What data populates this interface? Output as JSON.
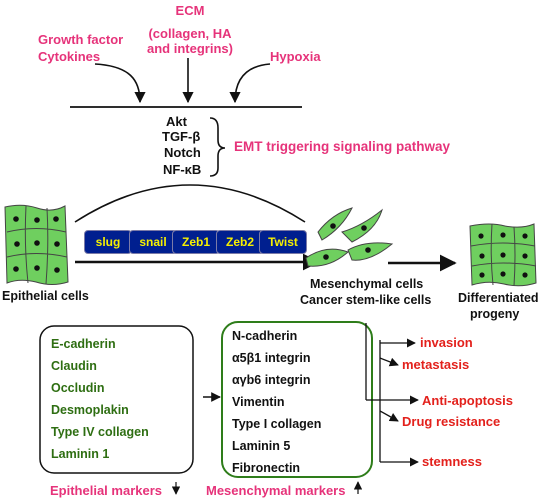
{
  "inputs": {
    "growth_factor": "Growth factor",
    "cytokines": "Cytokines",
    "ecm_title": "ECM",
    "ecm_detail_1": "(collagen, HA",
    "ecm_detail_2": "and integrins)",
    "hypoxia": "Hypoxia"
  },
  "pathways": [
    "Akt",
    "TGF-β",
    "Notch",
    "NF-κB"
  ],
  "pathway_label": "EMT triggering signaling pathway",
  "transcription_factors": [
    "slug",
    "snail",
    "Zeb1",
    "Zeb2",
    "Twist"
  ],
  "cells": {
    "epithelial": "Epithelial cells",
    "mesenchymal": "Mesenchymal cells",
    "cancer_stem": "Cancer stem-like cells",
    "differentiated_1": "Differentiated",
    "differentiated_2": "progeny"
  },
  "epithelial_markers": [
    "E-cadherin",
    "Claudin",
    "Occludin",
    "Desmoplakin",
    "Type IV collagen",
    "Laminin 1"
  ],
  "epithelial_markers_label": "Epithelial markers",
  "mesenchymal_markers": [
    "N-cadherin",
    "α5β1 integrin",
    "αγb6 integrin",
    "Vimentin",
    "Type I collagen",
    "Laminin 5",
    "Fibronectin"
  ],
  "mesenchymal_markers_label": "Mesenchymal markers",
  "outcomes": [
    "invasion",
    "metastasis",
    "Anti-apoptosis",
    "Drug resistance",
    "stemness"
  ],
  "colors": {
    "pink": "#e6337a",
    "red": "#e3211c",
    "green_text": "#2e6e12",
    "cell_fill": "#6fcf5f",
    "tf_fill": "#001f8f",
    "tf_text": "#f6f000"
  }
}
